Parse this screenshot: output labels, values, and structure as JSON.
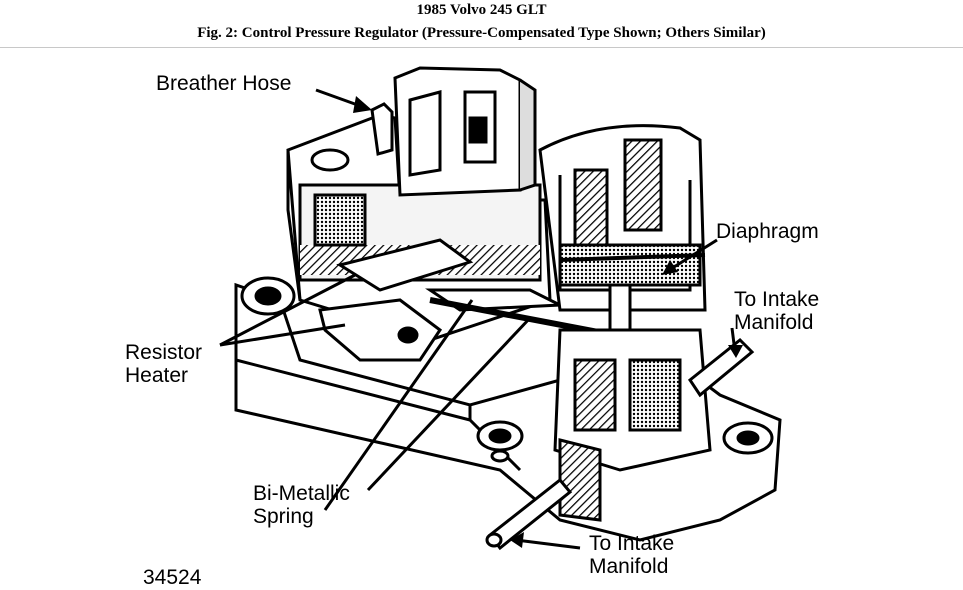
{
  "header": {
    "title": "1985 Volvo 245 GLT",
    "subtitle": "Fig. 2: Control Pressure Regulator (Pressure-Compensated Type Shown; Others Similar)"
  },
  "labels": {
    "breather_hose": "Breather Hose",
    "diaphragm": "Diaphragm",
    "intake_manifold_top_1": "To Intake",
    "intake_manifold_top_2": "Manifold",
    "resistor_heater_1": "Resistor",
    "resistor_heater_2": "Heater",
    "bimetallic_spring_1": "Bi-Metallic",
    "bimetallic_spring_2": "Spring",
    "intake_manifold_bottom_1": "To Intake",
    "intake_manifold_bottom_2": "Manifold",
    "figure_number": "34524"
  }
}
